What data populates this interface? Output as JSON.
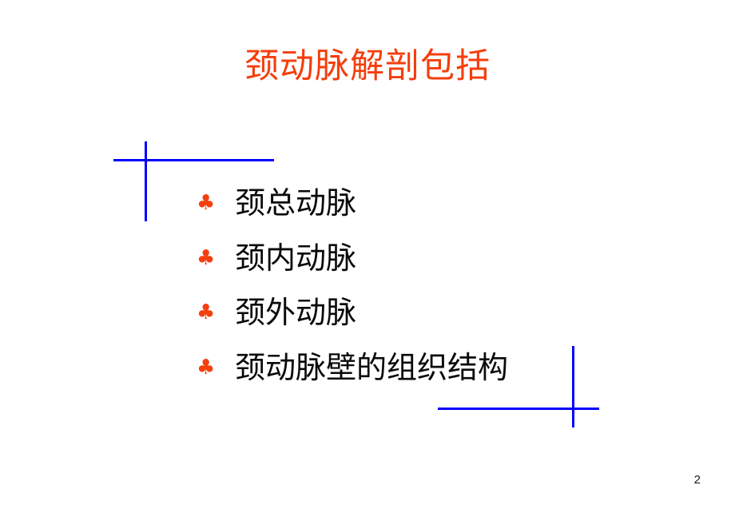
{
  "slide": {
    "title": "颈动脉解剖包括",
    "title_color": "#F43E0D",
    "background_color": "#FFFFFF",
    "page_number": "2",
    "bullets": [
      {
        "marker": "♣",
        "text": "颈总动脉"
      },
      {
        "marker": "♣",
        "text": "颈内动脉"
      },
      {
        "marker": "♣",
        "text": "颈外动脉"
      },
      {
        "marker": "♣",
        "text": "颈动脉壁的组织结构"
      }
    ],
    "decorations": {
      "line_color": "#0000FF",
      "top_left_cross": "cross-mark",
      "bottom_right_cross": "cross-mark"
    }
  }
}
